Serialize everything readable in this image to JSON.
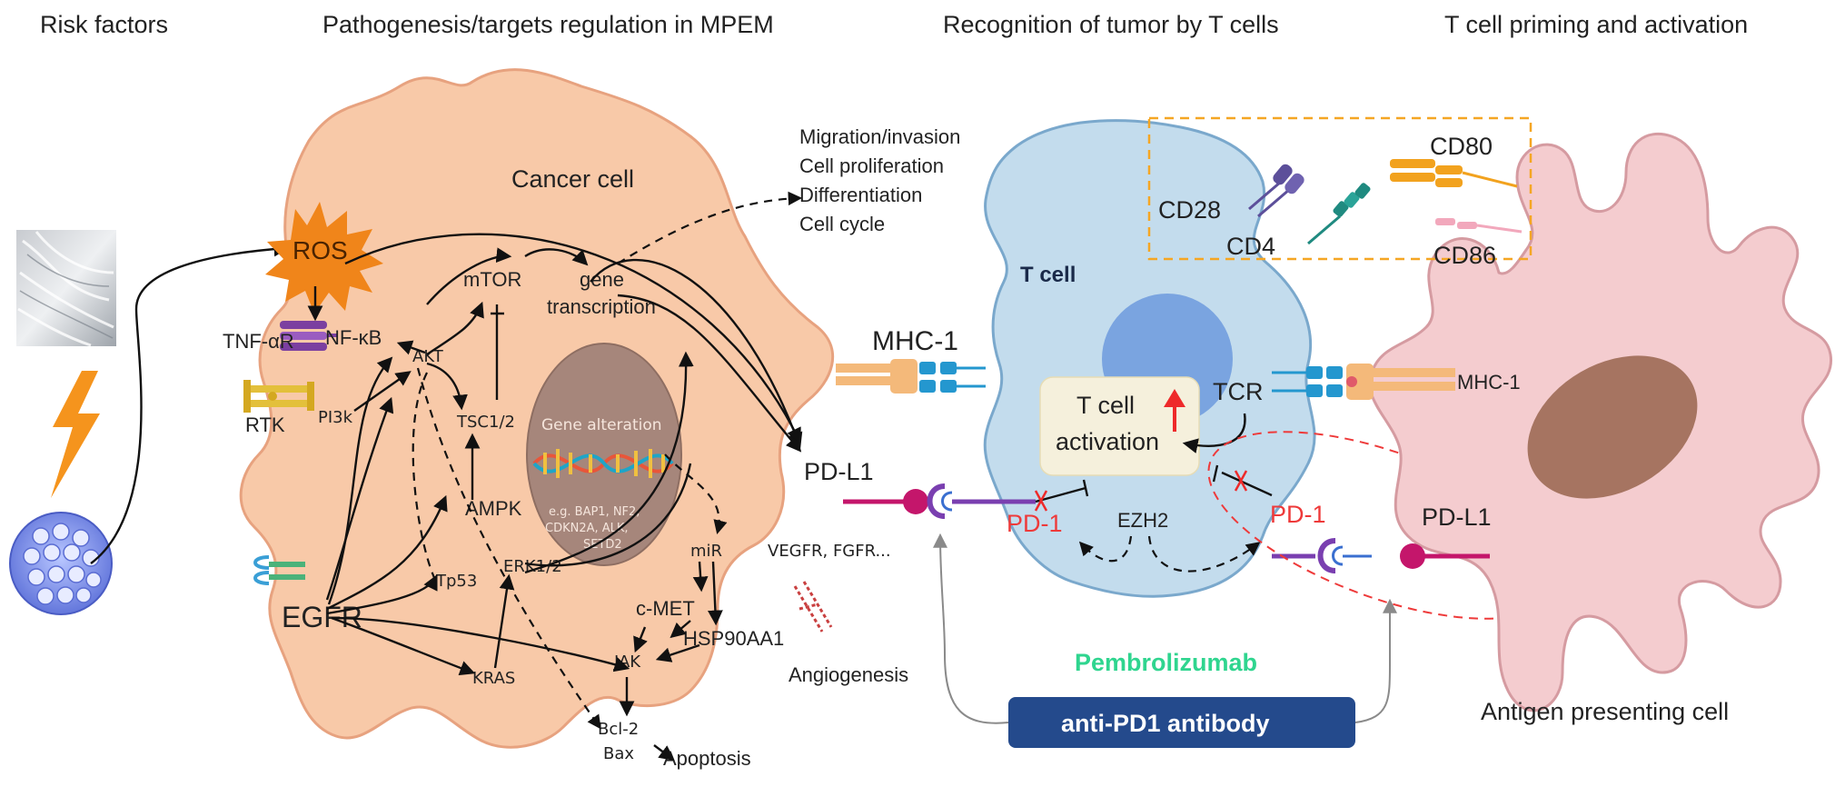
{
  "headers": {
    "risk": "Risk factors",
    "pathogenesis": "Pathogenesis/targets regulation in MPEM",
    "recognition": "Recognition of tumor by T cells",
    "priming": "T cell priming and activation"
  },
  "cancer_cell": {
    "title": "Cancer cell",
    "ros": "ROS",
    "tnf": "TNF-αR",
    "nfkb": "NF-κB",
    "rtk": "RTK",
    "pi3k": "PI3k",
    "akt": "AKT",
    "mtor": "mTOR",
    "tsc": "TSC1/2",
    "gene_line1": "gene",
    "gene_line2": "transcription",
    "nucleus_title": "Gene alteration",
    "nucleus_eg1": "e.g. BAP1, NF2,",
    "nucleus_eg2": "CDKN2A, ALK,",
    "nucleus_eg3": "SETD2",
    "ampk": "AMPK",
    "tp53": "Tp53",
    "egfr": "EGFR",
    "erk": "ERK1/2",
    "mir": "miR",
    "cmet": "c-MET",
    "hsp": "HSP90AA1",
    "jak": "JAK",
    "kras": "KRAS",
    "bcl2": "Bcl-2",
    "bax": "Bax",
    "apoptosis": "Apoptosis",
    "vegfr": "VEGFR, FGFR...",
    "angiogenesis": "Angiogenesis",
    "outcomes": [
      "Migration/invasion",
      "Cell proliferation",
      "Differentiation",
      "Cell cycle"
    ],
    "pdl1": "PD-L1"
  },
  "t_cell": {
    "title": "T cell",
    "mhc": "MHC-1",
    "activation_line1": "T cell",
    "activation_line2": "activation",
    "tcr": "TCR",
    "pd1_left": "PD-1",
    "pd1_right": "PD-1",
    "ezh2": "EZH2",
    "cd28": "CD28",
    "cd4": "CD4",
    "cd80": "CD80",
    "cd86": "CD86"
  },
  "apc": {
    "title": "Antigen presenting cell",
    "mhc": "MHC-1",
    "pdl1": "PD-L1"
  },
  "drug": {
    "name": "Pembrolizumab",
    "antibody": "anti-PD1 antibody"
  },
  "colors": {
    "cancer_fill": "#f8c9a8",
    "cancer_stroke": "#e7a27f",
    "tcell_fill": "#c3dced",
    "tcell_stroke": "#7aa8cc",
    "apc_fill": "#f4cccf",
    "apc_stroke": "#d59ba1",
    "ros": "#f0851a",
    "pd1_red": "#ee3a3a",
    "pdl1_magenta": "#c4166b",
    "drug_green": "#2fd58f",
    "antibody_box": "#244a8c",
    "dashed_box": "#f5a623"
  }
}
